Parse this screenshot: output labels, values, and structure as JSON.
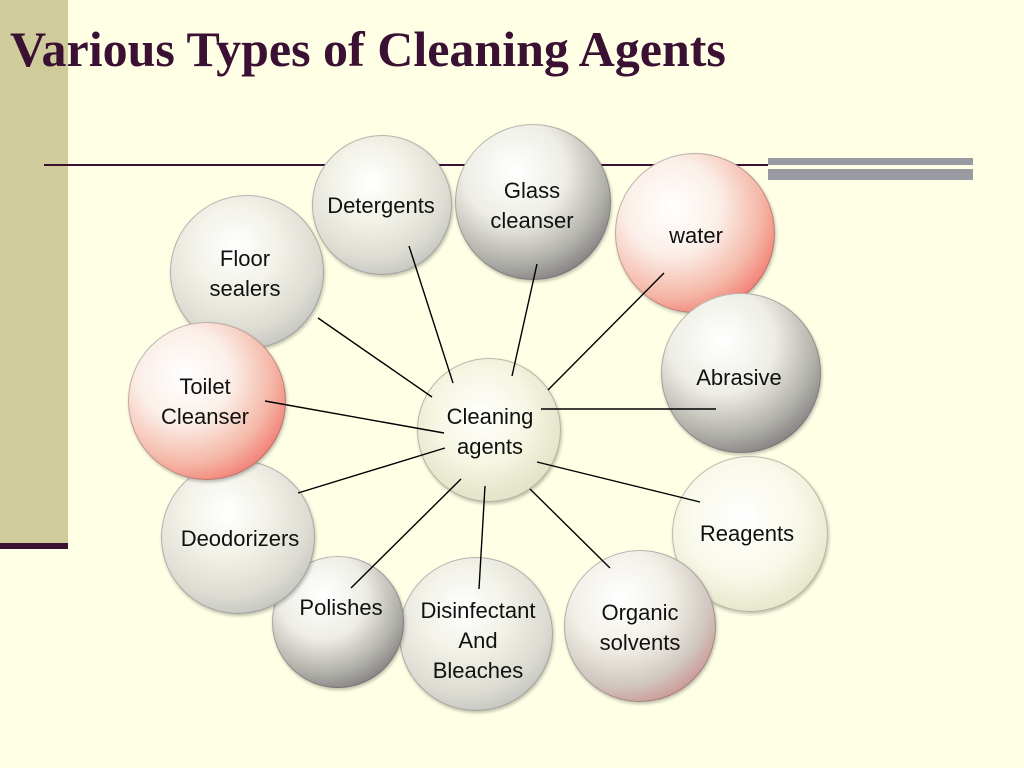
{
  "title": "Various Types of Cleaning Agents",
  "center": {
    "label": "Cleaning\nagents"
  },
  "nodes": [
    {
      "id": "floor-sealers",
      "label": "Floor\nsealers",
      "style": "gray"
    },
    {
      "id": "detergents",
      "label": "Detergents",
      "style": "gray"
    },
    {
      "id": "glass-cleanser",
      "label": "Glass\ncleanser",
      "style": "dark"
    },
    {
      "id": "water",
      "label": "water",
      "style": "red"
    },
    {
      "id": "abrasive",
      "label": "Abrasive",
      "style": "dark"
    },
    {
      "id": "reagents",
      "label": "Reagents",
      "style": "cream"
    },
    {
      "id": "organic-solvents",
      "label": "Organic\nsolvents",
      "style": "redgray"
    },
    {
      "id": "disinfectant-and-bleaches",
      "label": "Disinfectant\nAnd\nBleaches",
      "style": "gray"
    },
    {
      "id": "polishes",
      "label": "Polishes",
      "style": "dark"
    },
    {
      "id": "deodorizers",
      "label": "Deodorizers",
      "style": "gray"
    },
    {
      "id": "toilet-cleanser",
      "label": "Toilet\nCleanser",
      "style": "red"
    }
  ],
  "colors": {
    "title": "#3a1033",
    "background": "#ffffe6",
    "sidebar": "#cfcb9a",
    "accent_bar": "#9a9aa2",
    "connector": "#000000"
  }
}
